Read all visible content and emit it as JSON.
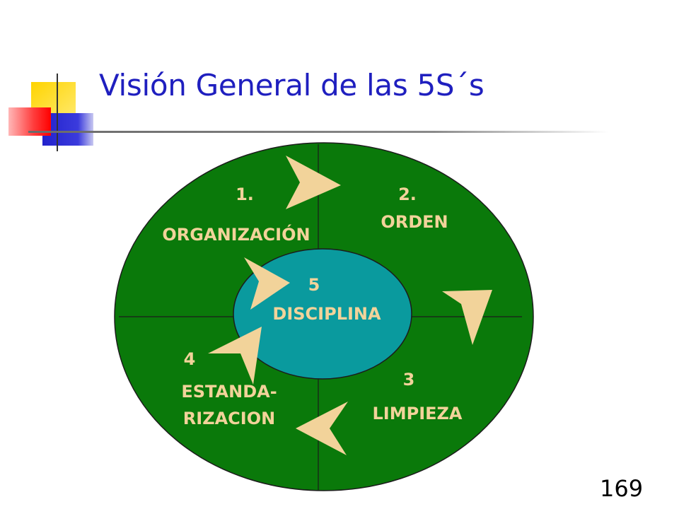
{
  "slide": {
    "title": "Visión General de las 5S´s",
    "page_number": "169"
  },
  "diagram": {
    "steps": [
      {
        "number": "1.",
        "name": "ORGANIZACIÓN"
      },
      {
        "number": "2.",
        "name": "ORDEN"
      },
      {
        "number": "3",
        "name": "LIMPIEZA"
      },
      {
        "number": "4",
        "name_line1": "ESTANDA-",
        "name_line2": "RIZACION"
      },
      {
        "number": "5",
        "name": "DISCIPLINA"
      }
    ]
  },
  "colors": {
    "title": "#1f1fbf",
    "oval": "#0a790a",
    "center": "#0a9a9e",
    "arrow": "#f2d39a",
    "step_label": "#f2d39a"
  },
  "icons": [
    "slide-logo-icon",
    "cycle-arrow-icon"
  ]
}
